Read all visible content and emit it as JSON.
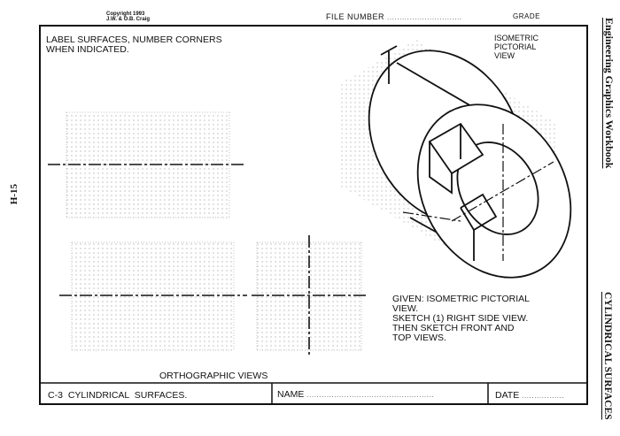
{
  "header": {
    "copyright_line1": "Copyright 1993",
    "copyright_line2": "J.W. & O.B. Craig",
    "file_label": "FILE NUMBER",
    "grade_label": "GRADE"
  },
  "side": {
    "top_text": "Engineering Graphics Workbook",
    "bottom_text": "CYLINDRICAL SURFACES",
    "page_number": "H-15"
  },
  "instructions": {
    "line1": "LABEL SURFACES, NUMBER CORNERS",
    "line2": "WHEN INDICATED."
  },
  "isometric_label": {
    "line1": "ISOMETRIC",
    "line2": "PICTORIAL",
    "line3": "VIEW"
  },
  "given": {
    "line1": "GIVEN: ISOMETRIC PICTORIAL",
    "line2": "VIEW.",
    "line3": "SKETCH (1) RIGHT SIDE VIEW.",
    "line4": "THEN SKETCH FRONT AND",
    "line5": "TOP VIEWS."
  },
  "orthographic_label": "ORTHOGRAPHIC VIEWS",
  "title_block": {
    "title": "C-3 CYLINDRICAL SURFACES.",
    "name_label": "NAME",
    "date_label": "DATE"
  }
}
